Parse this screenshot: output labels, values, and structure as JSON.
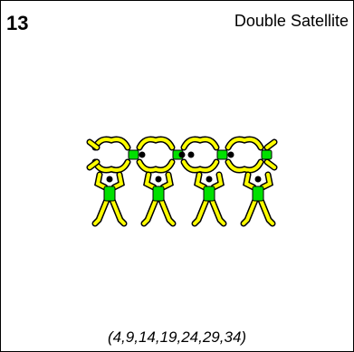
{
  "card": {
    "number": "13",
    "title": "Double Satellite",
    "sequence": "(4,9,14,19,24,29,34)"
  },
  "colors": {
    "limb": "#ffff00",
    "torso": "#00e000",
    "outline": "#000000",
    "background": "#ffffff"
  },
  "figure": {
    "icon": "juggler-formation-icon",
    "jugglers": 4
  }
}
